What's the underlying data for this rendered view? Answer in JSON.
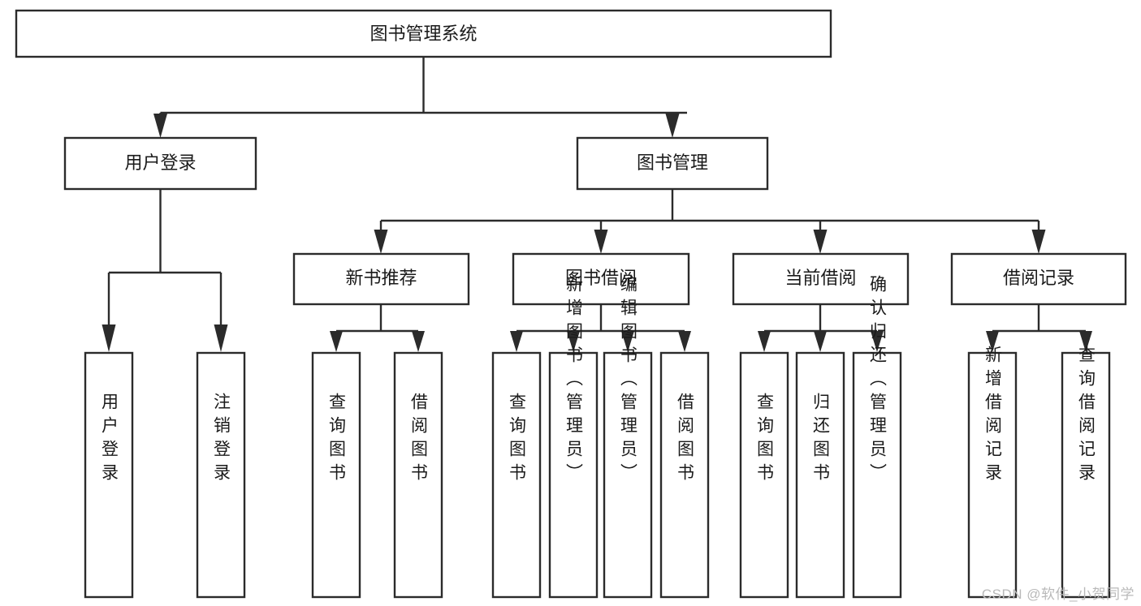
{
  "diagram": {
    "type": "hierarchy-tree",
    "title": "图书管理系统",
    "watermark": "CSDN @软件_小贺同学",
    "colors": {
      "stroke": "#2b2b2b",
      "box_fill": "#ffffff",
      "text": "#1a1a1a",
      "background": "#ffffff",
      "watermark": "#b9b9b9"
    },
    "levels": {
      "root": {
        "label": "图书管理系统"
      },
      "level1": [
        {
          "label": "用户登录"
        },
        {
          "label": "图书管理"
        }
      ],
      "level2": [
        {
          "label": "新书推荐",
          "parent": "图书管理"
        },
        {
          "label": "图书借阅",
          "parent": "图书管理"
        },
        {
          "label": "当前借阅",
          "parent": "图书管理"
        },
        {
          "label": "借阅记录",
          "parent": "图书管理"
        }
      ],
      "leaves": [
        {
          "label": "用户登录",
          "parent": "用户登录"
        },
        {
          "label": "注销登录",
          "parent": "用户登录"
        },
        {
          "label": "查询图书",
          "parent": "新书推荐"
        },
        {
          "label": "借阅图书",
          "parent": "新书推荐"
        },
        {
          "label": "查询图书",
          "parent": "图书借阅"
        },
        {
          "label": "新增图书（管理员）",
          "parent": "图书借阅"
        },
        {
          "label": "编辑图书（管理员）",
          "parent": "图书借阅"
        },
        {
          "label": "借阅图书",
          "parent": "图书借阅"
        },
        {
          "label": "查询图书",
          "parent": "当前借阅"
        },
        {
          "label": "归还图书",
          "parent": "当前借阅"
        },
        {
          "label": "确认归还（管理员）",
          "parent": "当前借阅"
        },
        {
          "label": "新增借阅记录",
          "parent": "借阅记录"
        },
        {
          "label": "查询借阅记录",
          "parent": "借阅记录"
        }
      ]
    }
  }
}
